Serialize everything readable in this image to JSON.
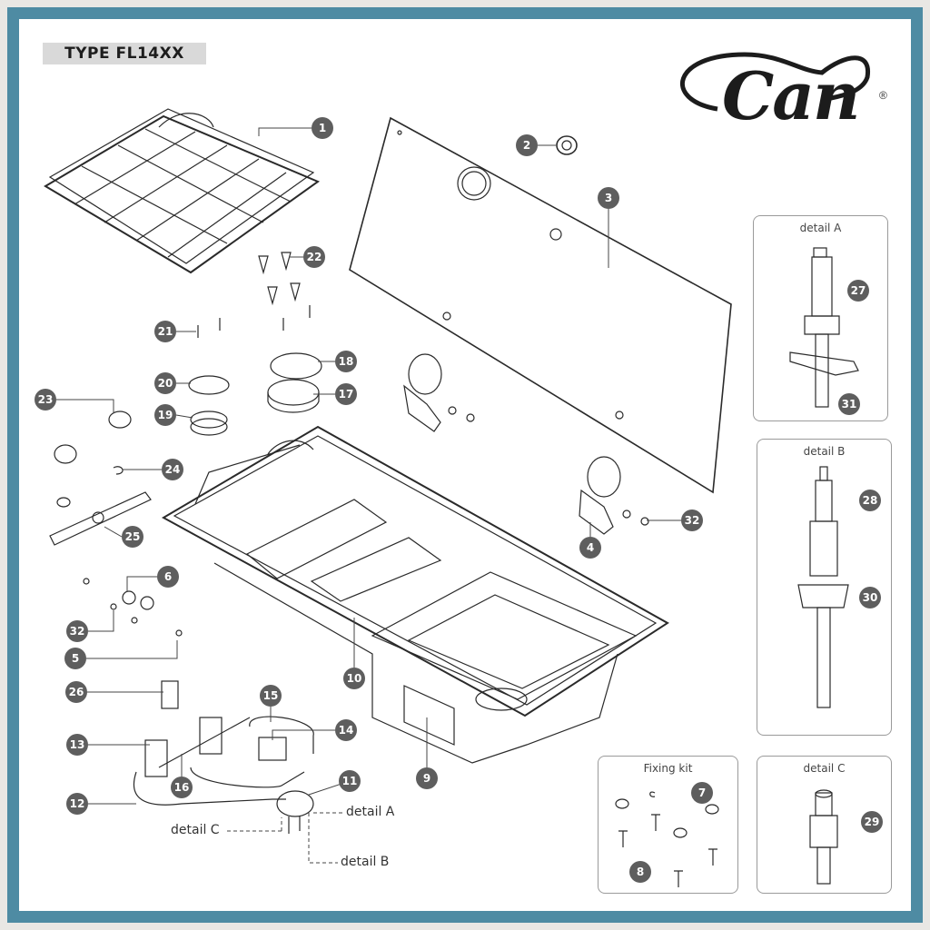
{
  "header": {
    "type_label": "TYPE FL14XX"
  },
  "logo": {
    "text": "Can",
    "registered": "®"
  },
  "detail_boxes": {
    "detail_a": "detail A",
    "detail_b": "detail B",
    "detail_c": "detail C",
    "fixing_kit": "Fixing kit"
  },
  "detail_refs": {
    "a": "detail A",
    "b": "detail B",
    "c": "detail C"
  },
  "callouts": [
    "1",
    "2",
    "3",
    "4",
    "5",
    "6",
    "7",
    "8",
    "9",
    "10",
    "11",
    "12",
    "13",
    "14",
    "15",
    "16",
    "17",
    "18",
    "19",
    "20",
    "21",
    "22",
    "23",
    "24",
    "25",
    "26",
    "27",
    "28",
    "29",
    "30",
    "31",
    "32",
    "32"
  ],
  "colors": {
    "frame": "#4e8ba3",
    "callout": "#5e5e5e",
    "badge": "#d9d9d9"
  }
}
